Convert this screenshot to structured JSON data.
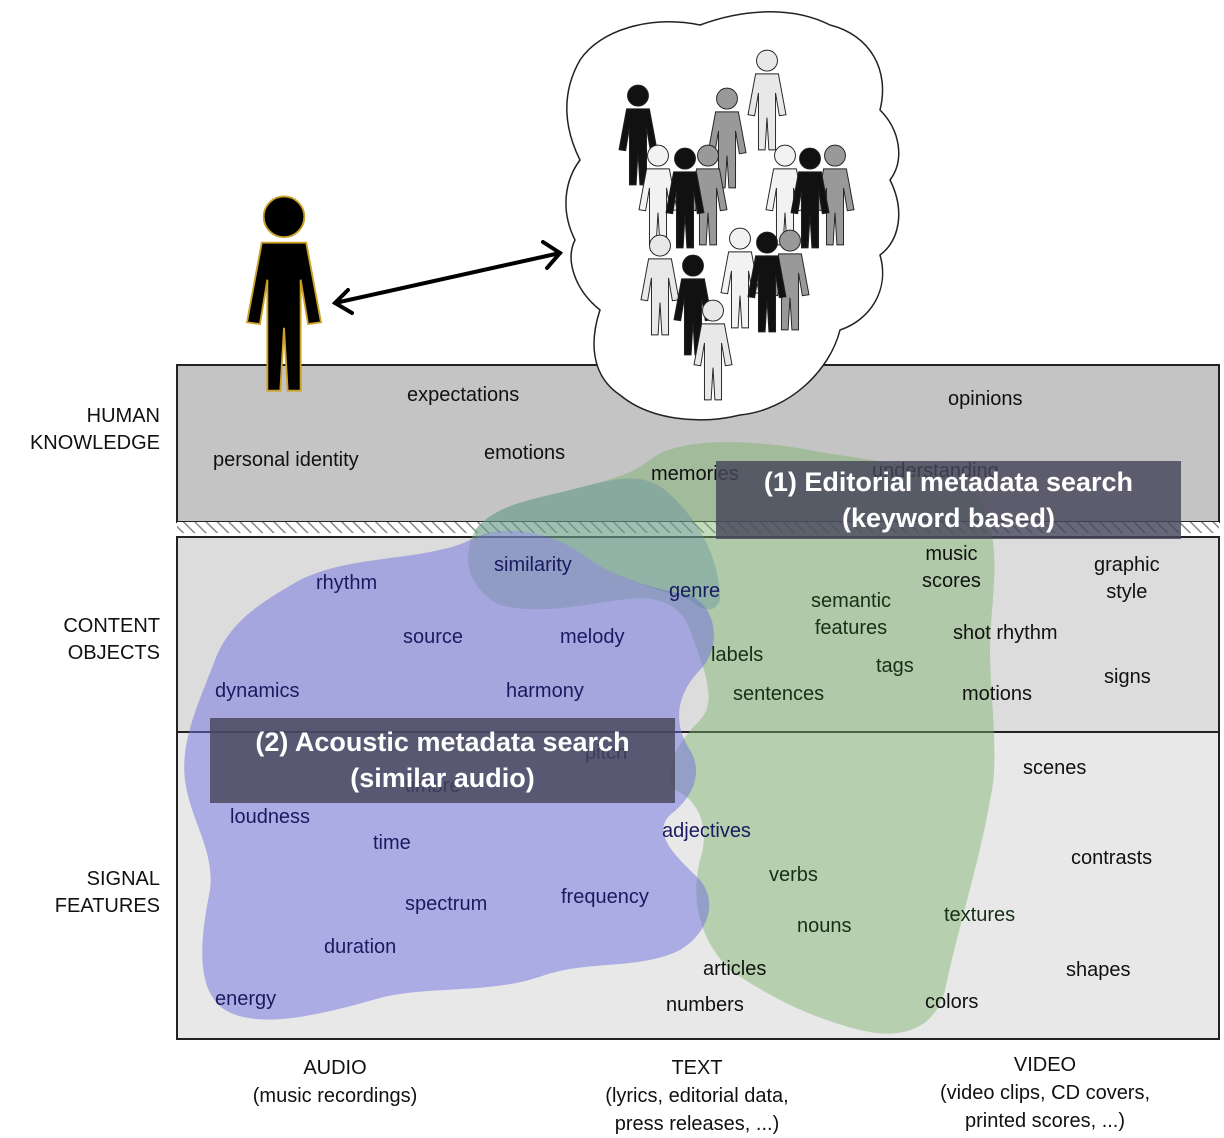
{
  "rows": {
    "human_knowledge": [
      "HUMAN",
      "KNOWLEDGE"
    ],
    "content_objects": [
      "CONTENT",
      "OBJECTS"
    ],
    "signal_features": [
      "SIGNAL",
      "FEATURES"
    ]
  },
  "columns": {
    "audio": {
      "title": "AUDIO",
      "sub": "(music recordings)"
    },
    "text": {
      "title": "TEXT",
      "sub1": "(lyrics, editorial data,",
      "sub2": "press releases, ...)"
    },
    "video": {
      "title": "VIDEO",
      "sub1": "(video clips, CD covers,",
      "sub2": "printed scores, ...)"
    }
  },
  "banners": {
    "editorial": {
      "line1": "(1) Editorial metadata search",
      "line2": "(keyword based)"
    },
    "acoustic": {
      "line1": "(2) Acoustic metadata search",
      "line2": "(similar audio)"
    }
  },
  "terms": {
    "human": {
      "expectations": "expectations",
      "opinions": "opinions",
      "personal_identity": "personal identity",
      "emotions": "emotions",
      "memories": "memories",
      "understanding": "understanding"
    },
    "content": {
      "similarity": "similarity",
      "rhythm": "rhythm",
      "genre": "genre",
      "music_scores": [
        "music",
        "scores"
      ],
      "graphic_style": [
        "graphic",
        "style"
      ],
      "semantic_features": [
        "semantic",
        "features"
      ],
      "source": "source",
      "melody": "melody",
      "shot_rhythm": "shot rhythm",
      "labels": "labels",
      "tags": "tags",
      "signs": "signs",
      "dynamics": "dynamics",
      "harmony": "harmony",
      "sentences": "sentences",
      "motions": "motions"
    },
    "signal": {
      "pitch": "pitch",
      "timbre": "timbre",
      "scenes": "scenes",
      "loudness": "loudness",
      "adjectives": "adjectives",
      "time": "time",
      "contrasts": "contrasts",
      "verbs": "verbs",
      "frequency": "frequency",
      "spectrum": "spectrum",
      "textures": "textures",
      "nouns": "nouns",
      "duration": "duration",
      "articles": "articles",
      "shapes": "shapes",
      "energy": "energy",
      "colors": "colors",
      "numbers": "numbers"
    }
  },
  "colors": {
    "band_human": "#c4c4c4",
    "band_content": "#dcdcdc",
    "band_signal": "#e8e8e8",
    "audio_blob": "#8080e0",
    "text_blob": "#7ab26a",
    "banner_bg": "#46465a"
  }
}
